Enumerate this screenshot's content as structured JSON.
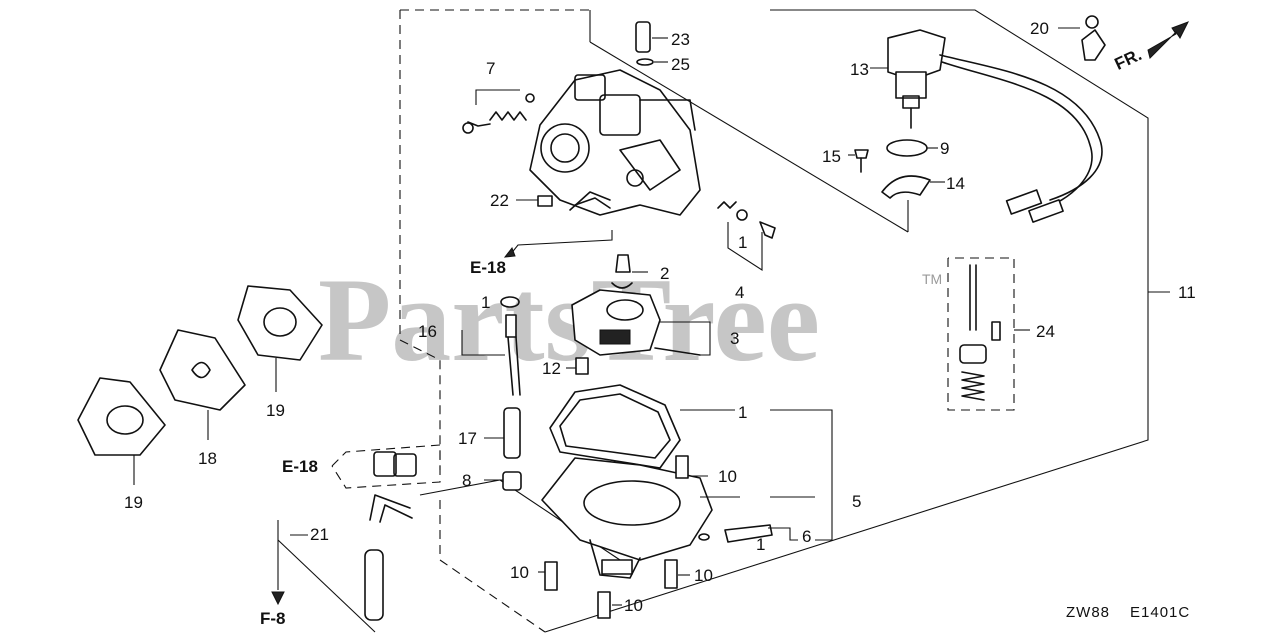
{
  "watermark": {
    "text": "PartsTree",
    "tm": "TM"
  },
  "direction": {
    "label": "FR."
  },
  "refs": {
    "e18_top": "E-18",
    "e18_left": "E-18",
    "f8": "F-8"
  },
  "codes": {
    "left": "ZW88",
    "right": "E1401C"
  },
  "callouts": {
    "c1a": "1",
    "c1b": "1",
    "c1c": "1",
    "c1d": "1",
    "c2": "2",
    "c3": "3",
    "c4": "4",
    "c5": "5",
    "c6": "6",
    "c7": "7",
    "c8": "8",
    "c9": "9",
    "c10a": "10",
    "c10b": "10",
    "c10c": "10",
    "c10d": "10",
    "c11": "11",
    "c12": "12",
    "c13": "13",
    "c14": "14",
    "c15": "15",
    "c16": "16",
    "c17": "17",
    "c18": "18",
    "c19a": "19",
    "c19b": "19",
    "c20": "20",
    "c21": "21",
    "c22": "22",
    "c23": "23",
    "c24": "24",
    "c25": "25"
  }
}
